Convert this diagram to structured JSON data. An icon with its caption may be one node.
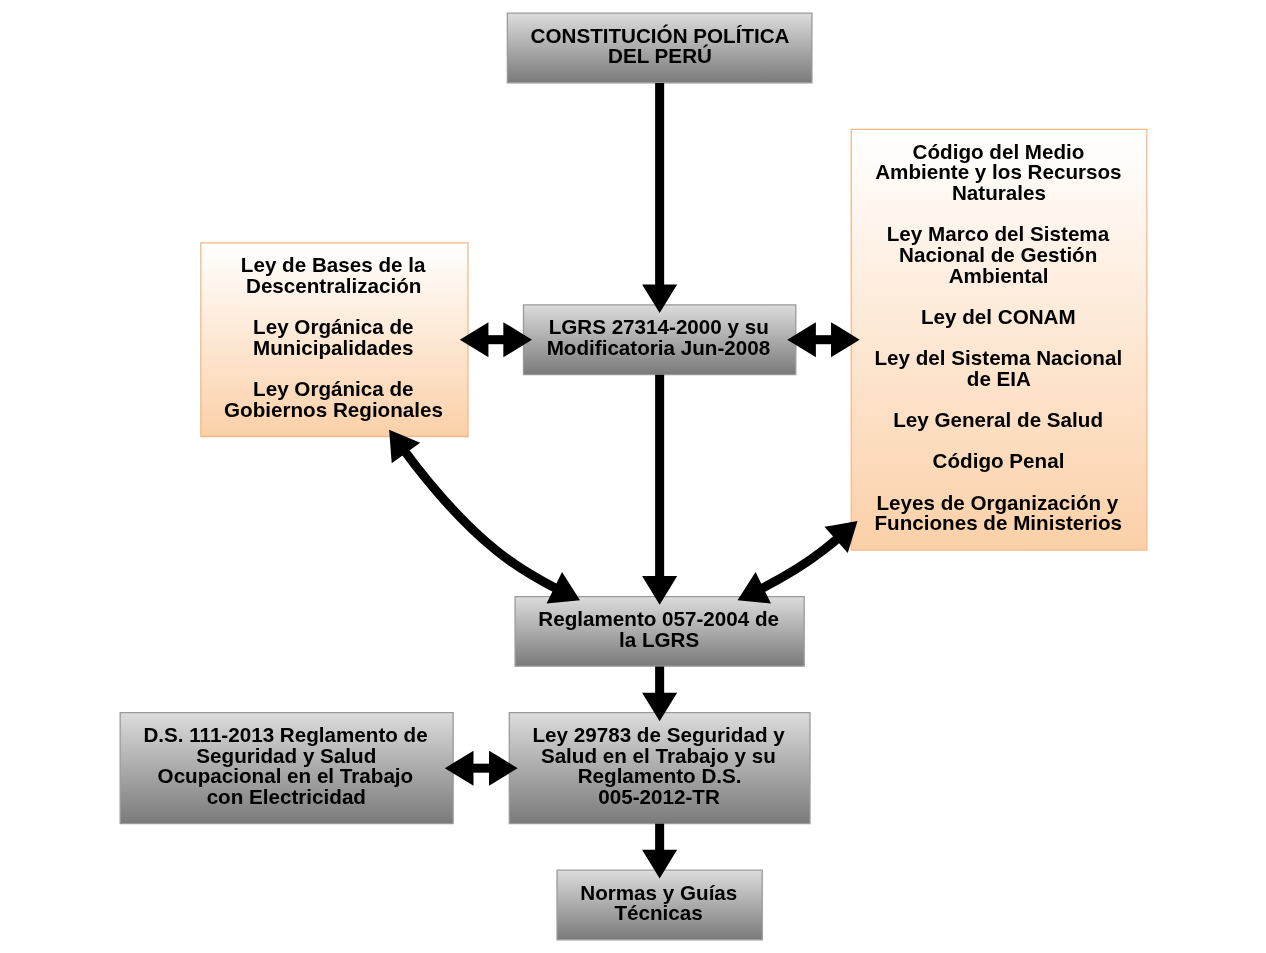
{
  "diagram": {
    "nodes": [
      {
        "text": [
          "CONSTITUCIÓN POLÍTICA DEL PERÚ"
        ]
      },
      {
        "text": [
          "LGRS 27314-2000 y su Modificatoria Jun-2008"
        ]
      },
      {
        "text": [
          "Reglamento 057-2004 de la LGRS"
        ]
      },
      {
        "text": [
          "Ley 29783 de Seguridad y Salud en el Trabajo y su Reglamento D.S. 005-2012-TR"
        ]
      },
      {
        "text": [
          "Normas y Guías Técnicas"
        ]
      },
      {
        "text": [
          "Ley de Bases de la Descentralización",
          "Ley Orgánica de Municipalidades",
          "Ley Orgánica de Gobiernos Regionales"
        ]
      },
      {
        "text": [
          "Código del Medio Ambiente y los Recursos Naturales",
          "Ley Marco del Sistema Nacional de Gestión Ambiental",
          "Ley del CONAM",
          "Ley del Sistema Nacional de EIA",
          "Ley General de Salud",
          "Código Penal",
          "Leyes de Organización y Funciones de Ministerios"
        ]
      },
      {
        "text": [
          "D.S. 111-2013 Reglamento de Seguridad y Salud Ocupacional en el Trabajo con Electricidad"
        ]
      }
    ],
    "edges": [
      {
        "from": 0,
        "to": 1,
        "arrow": "to"
      },
      {
        "from": 1,
        "to": 2,
        "arrow": "to"
      },
      {
        "from": 2,
        "to": 3,
        "arrow": "to"
      },
      {
        "from": 3,
        "to": 4,
        "arrow": "to"
      },
      {
        "from": 5,
        "to": 1,
        "arrow": "both"
      },
      {
        "from": 1,
        "to": 6,
        "arrow": "both"
      },
      {
        "from": 2,
        "to": 5,
        "arrow": "both"
      },
      {
        "from": 2,
        "to": 6,
        "arrow": "both"
      },
      {
        "from": 7,
        "to": 3,
        "arrow": "both"
      }
    ]
  }
}
